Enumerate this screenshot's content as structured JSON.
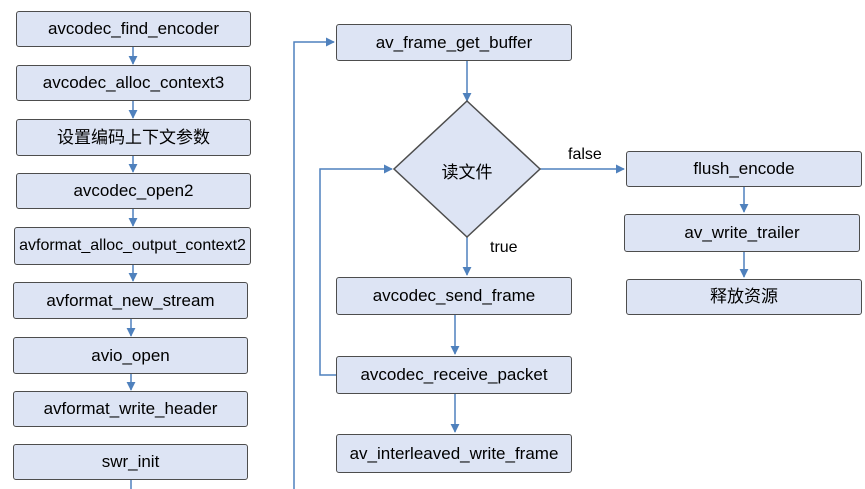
{
  "diagram": {
    "left_column": [
      "avcodec_find_encoder",
      "avcodec_alloc_context3",
      "设置编码上下文参数",
      "avcodec_open2",
      "avformat_alloc_output_context2",
      "avformat_new_stream",
      "avio_open",
      "avformat_write_header",
      "swr_init"
    ],
    "middle_column": {
      "get_buffer": "av_frame_get_buffer",
      "decision": "读文件",
      "send_frame": "avcodec_send_frame",
      "receive_packet": "avcodec_receive_packet",
      "write_frame": "av_interleaved_write_frame"
    },
    "right_column": [
      "flush_encode",
      "av_write_trailer",
      "释放资源"
    ],
    "edge_labels": {
      "false": "false",
      "true": "true"
    },
    "colors": {
      "node_fill": "#dde4f4",
      "node_border": "#4d4d4d",
      "connector": "#4f81bd"
    }
  }
}
